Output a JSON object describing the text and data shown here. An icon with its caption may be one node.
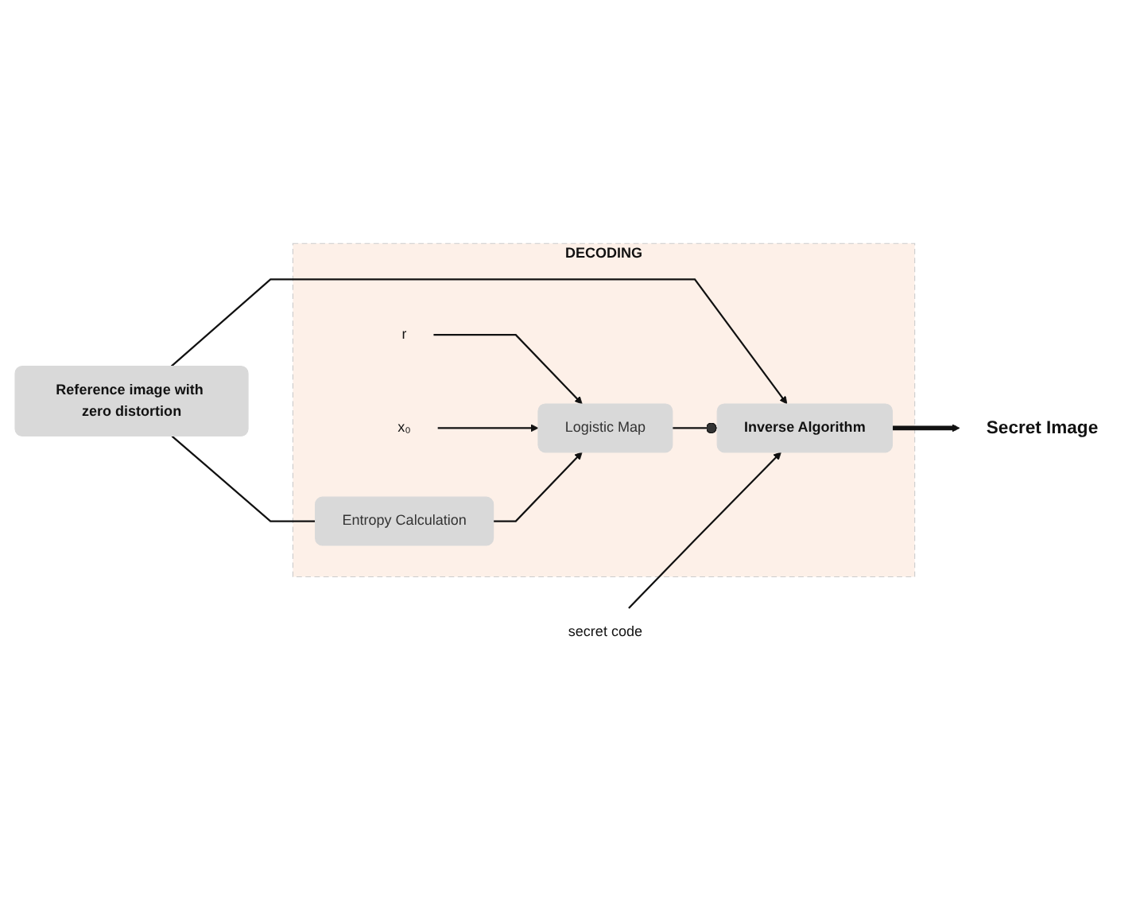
{
  "diagram": {
    "nodes": [
      {
        "text": [
          "DECODING"
        ]
      },
      {
        "text": [
          "r"
        ],
        "in": 0
      },
      {
        "text": [
          "x₀"
        ],
        "in": 0
      },
      {
        "text": [
          "Logistic Map"
        ],
        "in": 0
      },
      {
        "text": [
          "Entropy Calculation"
        ],
        "in": 0
      },
      {
        "text": [
          "Inverse Algorithm"
        ],
        "in": 0
      },
      {
        "text": [
          "Reference image with zero distortion"
        ]
      },
      {
        "text": [
          "Secret Image"
        ]
      },
      {
        "text": [
          "secret code"
        ]
      }
    ],
    "edges": [
      {
        "from": 1,
        "to": 3,
        "arrow": "to"
      },
      {
        "from": 2,
        "to": 3,
        "arrow": "to"
      },
      {
        "from": 4,
        "to": 3,
        "arrow": "to"
      },
      {
        "from": 6,
        "to": 4,
        "arrow": "none"
      },
      {
        "from": 6,
        "to": 5,
        "arrow": "to"
      },
      {
        "from": 3,
        "to": 5,
        "arrow": "other"
      },
      {
        "from": 5,
        "to": 7,
        "arrow": "to",
        "style": "thick"
      },
      {
        "from": 8,
        "to": 5,
        "arrow": "to"
      }
    ]
  }
}
